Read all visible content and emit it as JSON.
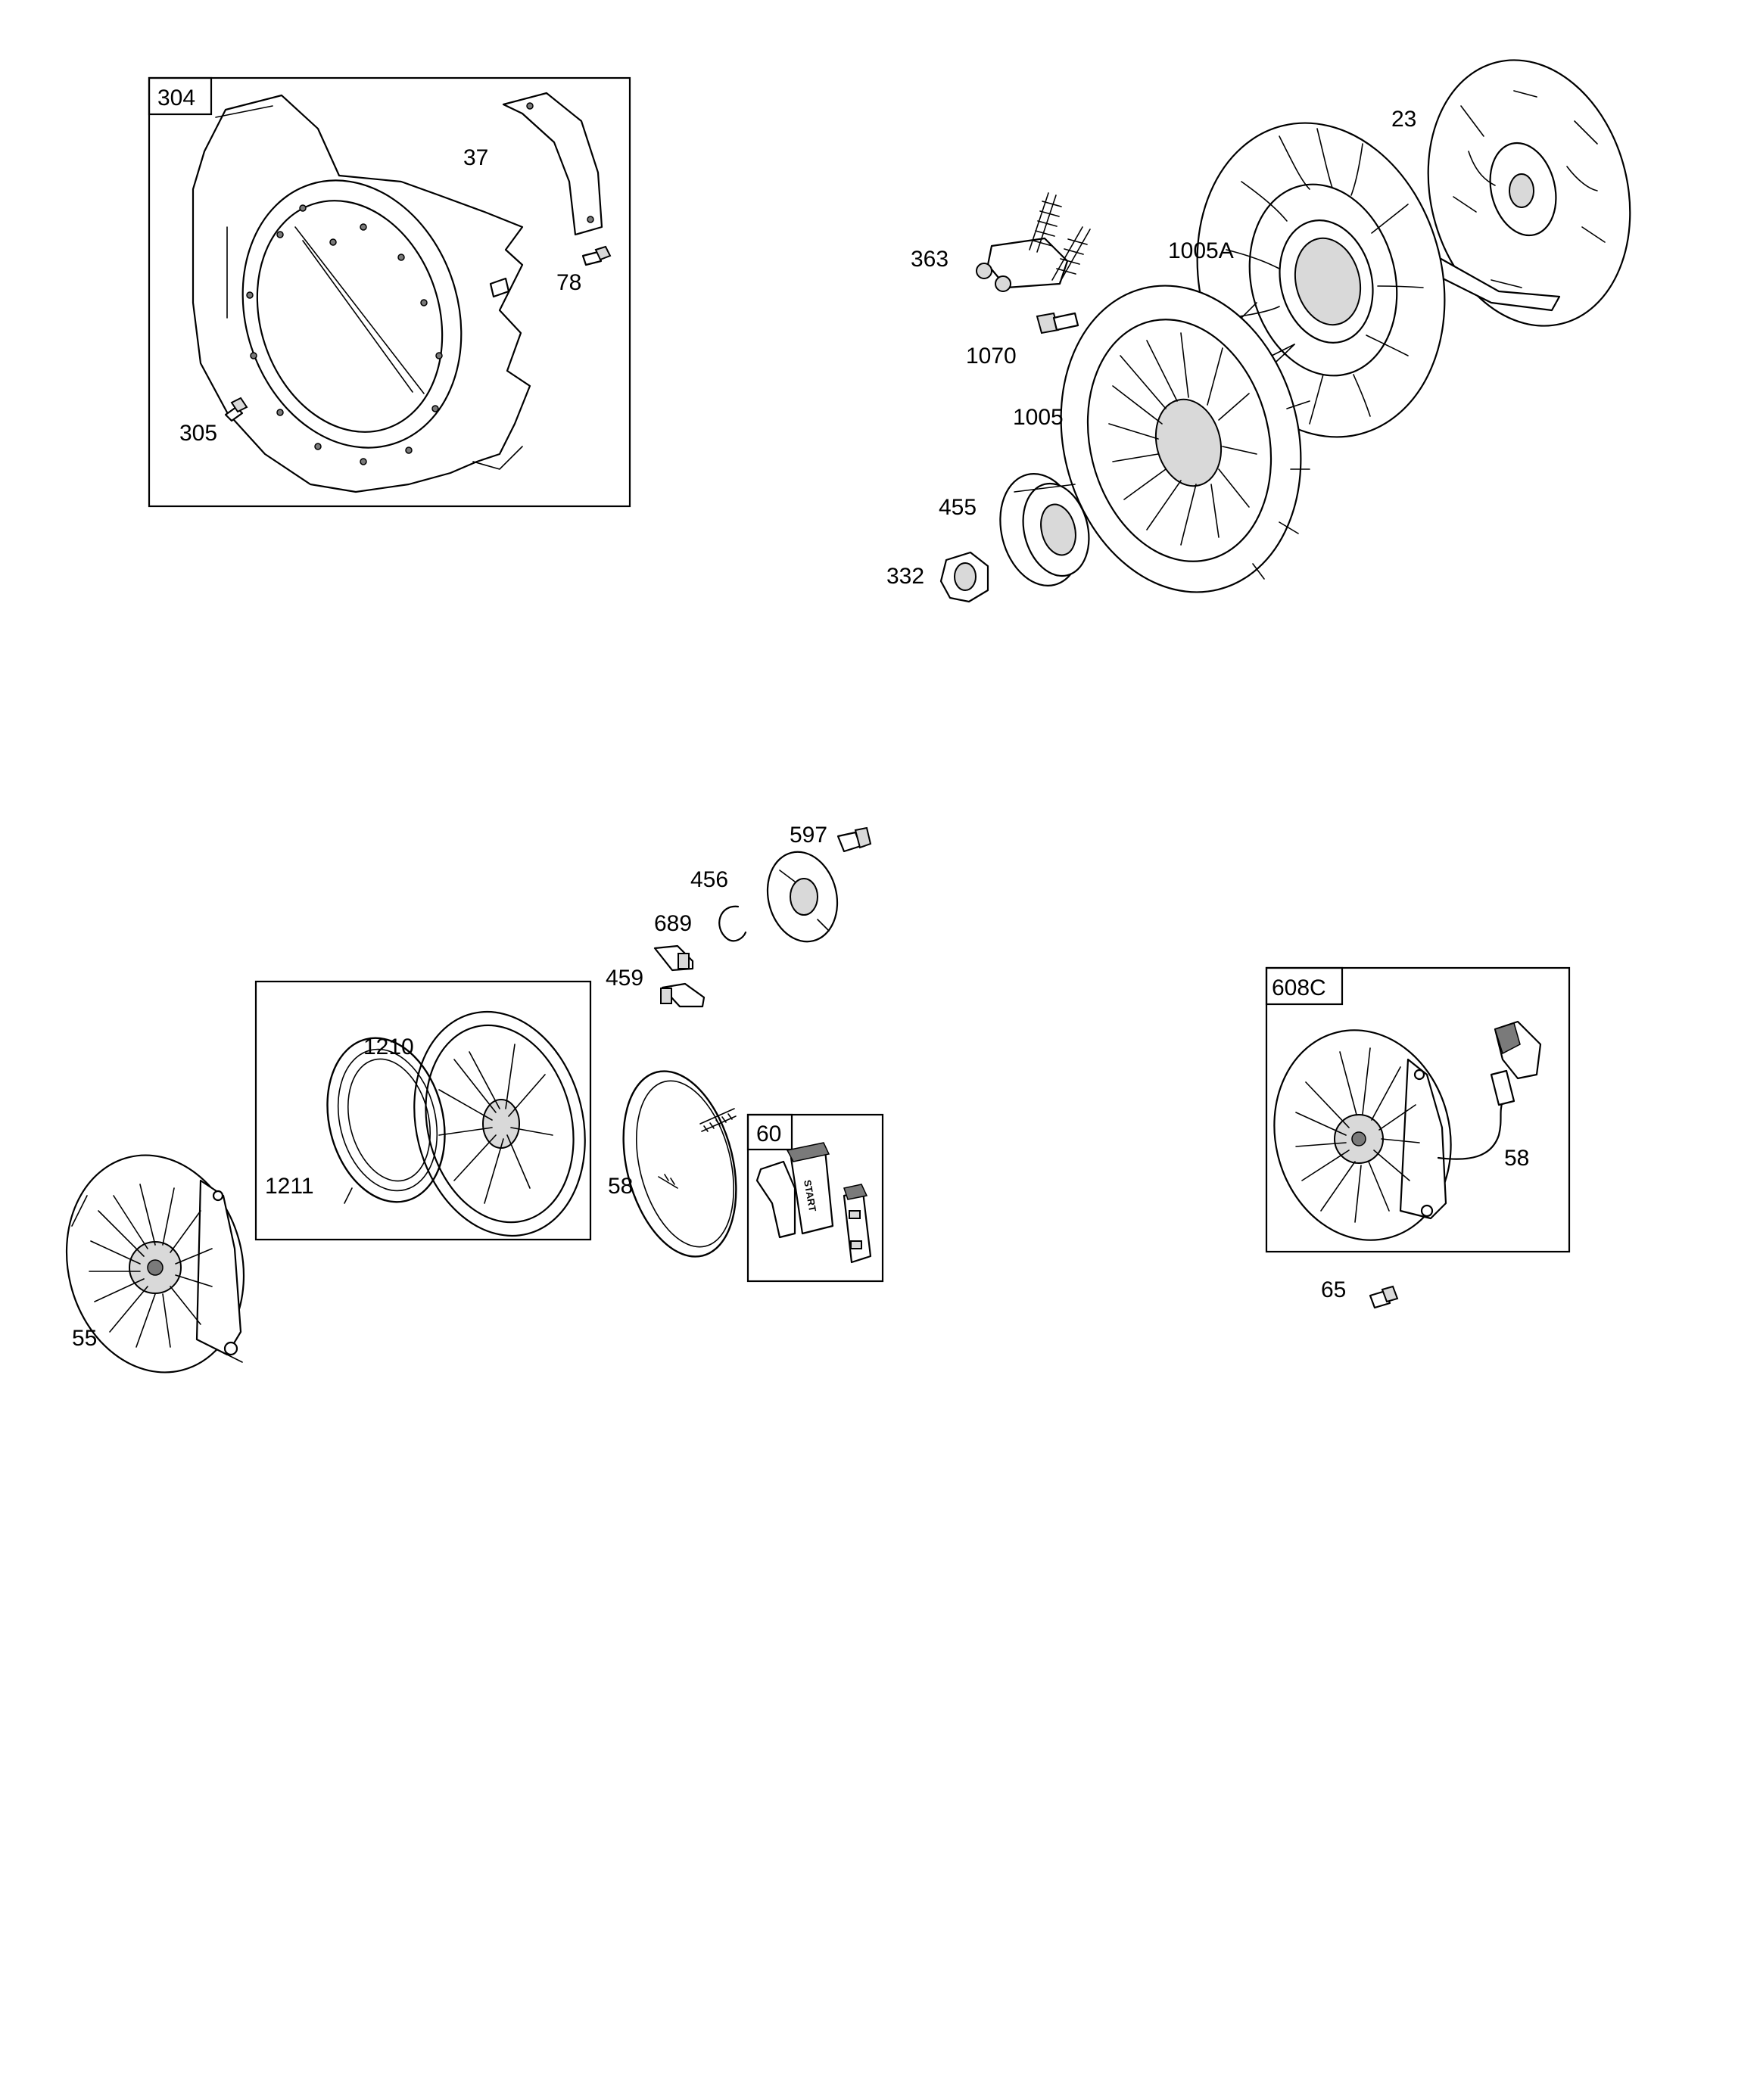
{
  "diagram": {
    "boxed_groups": [
      {
        "id": "304",
        "label": "304"
      },
      {
        "id": "60",
        "label": "60"
      },
      {
        "id": "608C",
        "label": "608C"
      }
    ],
    "callouts": {
      "p37": "37",
      "p78": "78",
      "p305": "305",
      "p23": "23",
      "p363": "363",
      "p1005A": "1005A",
      "p1070": "1070",
      "p1005": "1005",
      "p455": "455",
      "p332": "332",
      "p597": "597",
      "p456": "456",
      "p689": "689",
      "p459": "459",
      "p1210": "1210",
      "p1211": "1211",
      "p58a": "58",
      "p55": "55",
      "p58b": "58",
      "p65": "65"
    },
    "handle_text": "START"
  }
}
